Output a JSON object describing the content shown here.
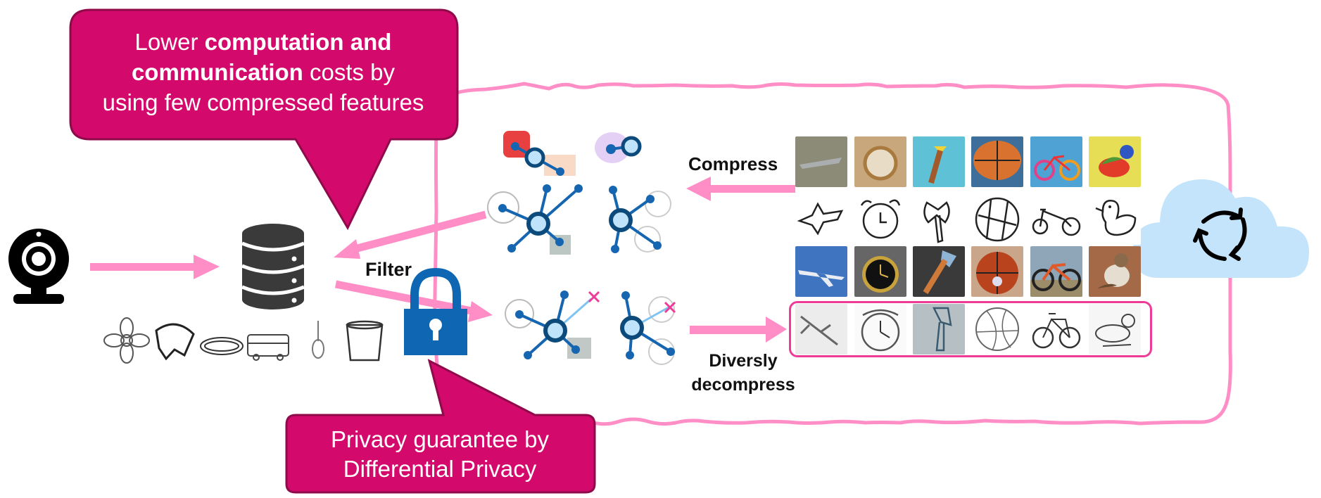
{
  "callouts": {
    "costs": {
      "prefix": "Lower ",
      "bold_1": "computation and",
      "bold_2": "communication",
      "suffix_1": " costs by",
      "line_3": "using few compressed features"
    },
    "privacy": {
      "line_1": "Privacy guarantee by",
      "line_2": "Differential Privacy"
    }
  },
  "labels": {
    "filter": "Filter",
    "compress": "Compress",
    "decompress_1": "Diversly",
    "decompress_2": "decompress"
  },
  "icons": {
    "client": "webcam-icon",
    "storage": "database-icon",
    "privacy": "lock-icon",
    "server": "cloud-sync-icon"
  },
  "local_data_thumbnails": [
    "flower",
    "pizza",
    "bracelet",
    "bus",
    "violin",
    "bucket"
  ],
  "feature_clusters": {
    "top": [
      "strawberry-flower-pizza cluster",
      "alarm-clock cluster",
      "basketball-snorkel cluster",
      "bird-bicycle cluster"
    ],
    "filtered": [
      "basketball-snorkel cluster (1 edge removed)",
      "bird-bicycle cluster (1 edge removed)"
    ]
  },
  "image_grid": {
    "columns": [
      "airplane",
      "alarm clock",
      "axe",
      "basketball",
      "bicycle",
      "bird"
    ],
    "rows": [
      {
        "domain": "painting",
        "highlighted": false
      },
      {
        "domain": "quickdraw",
        "highlighted": false
      },
      {
        "domain": "real photo",
        "highlighted": false
      },
      {
        "domain": "sketch",
        "highlighted": true
      }
    ]
  },
  "colors": {
    "callout_fill": "#d4096c",
    "callout_border": "#8f0a4a",
    "arrow_pink": "#ff8ec6",
    "boundary_pink": "#ff8ec6",
    "highlight_border": "#ee3a98",
    "node_dark": "#0b4a7a",
    "node_light": "#bfe3fb",
    "edge_blue": "#1565b0",
    "edge_removed": "#7ec4f0",
    "lock_blue": "#0f66b3",
    "cloud_fill": "#c3e4fa",
    "icon_dark": "#3a3a3a"
  }
}
